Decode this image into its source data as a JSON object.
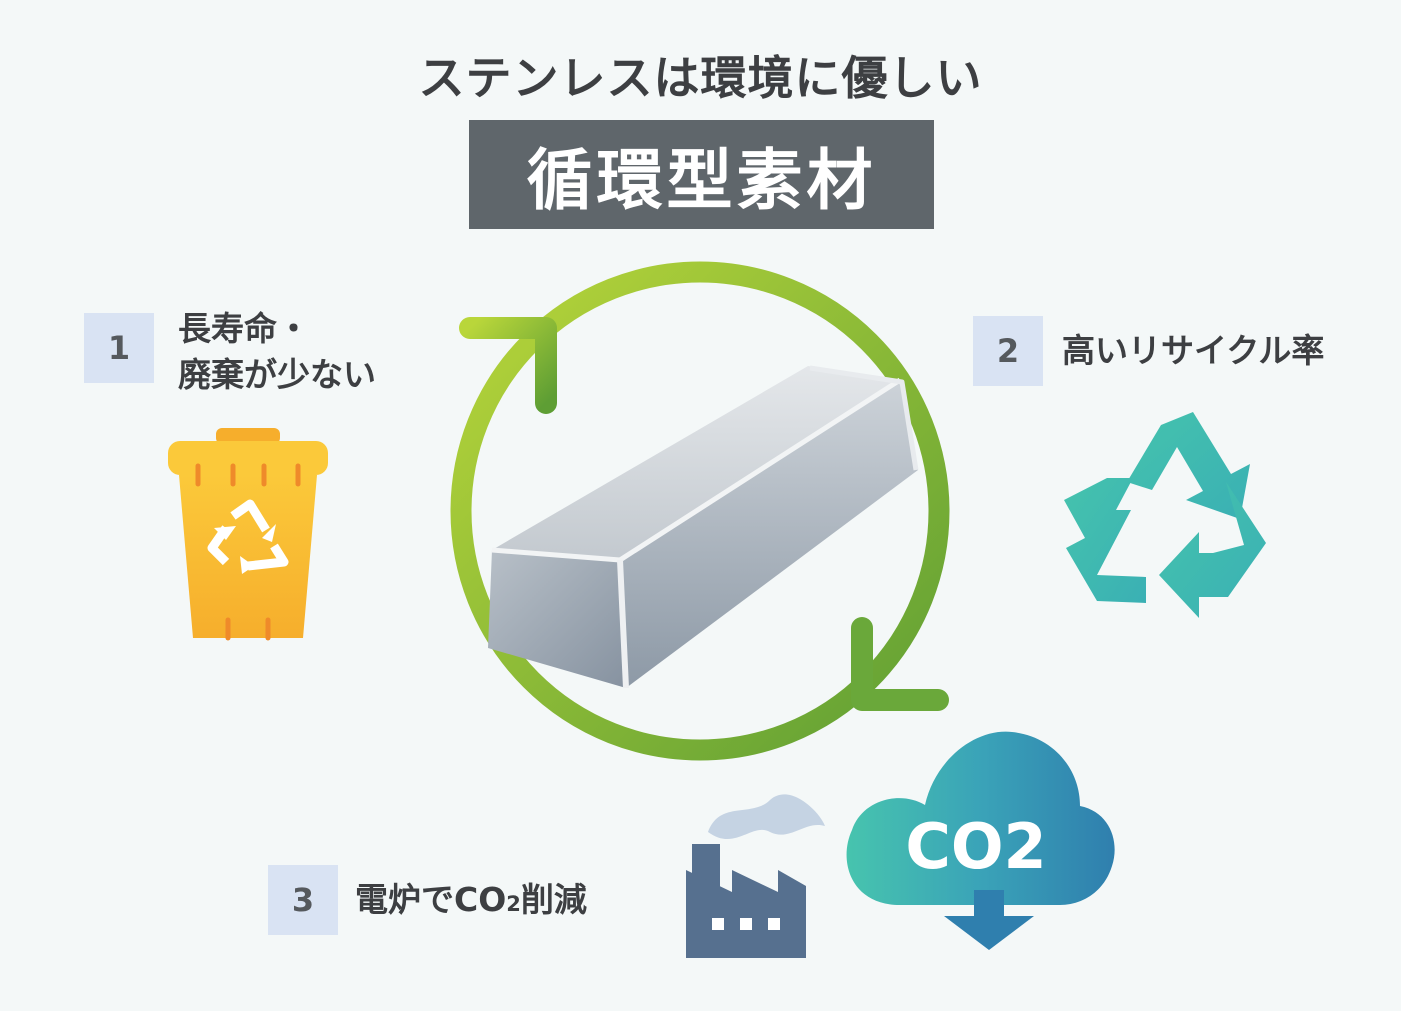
{
  "header": {
    "subtitle": "ステンレスは環境に優しい",
    "title": "循環型素材"
  },
  "points": [
    {
      "number": "1",
      "line1": "長寿命・",
      "line2": "廃棄が少ない"
    },
    {
      "number": "2",
      "line1": "高いリサイクル率"
    },
    {
      "number": "3",
      "line1": "電炉でCO",
      "sub": "2",
      "line2": "削減"
    }
  ],
  "icons": {
    "cloud_text": "CO2",
    "cloud_icon": "co2-cloud-icon",
    "factory_icon": "factory-icon",
    "recycle_icon": "recycle-icon",
    "bin_icon": "recycle-bin-icon",
    "ingot_icon": "steel-ingot-icon",
    "cycle_icon": "cycle-arrows-icon"
  },
  "colors": {
    "title_bg": "#5f666b",
    "number_bg": "#d9e3f3",
    "cycle_green": "#8dc63f",
    "recycle_teal": "#3fbfb0",
    "bin_yellow": "#f8b830",
    "factory_blue": "#56708f"
  }
}
